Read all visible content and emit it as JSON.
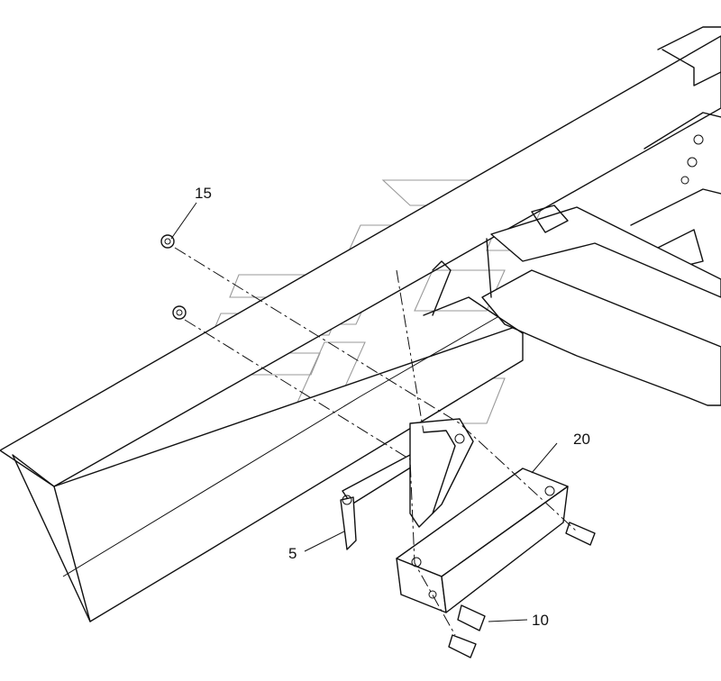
{
  "callouts": [
    {
      "id": "15",
      "label": "15"
    },
    {
      "id": "20",
      "label": "20"
    },
    {
      "id": "5",
      "label": "5"
    },
    {
      "id": "10",
      "label": "10"
    }
  ]
}
